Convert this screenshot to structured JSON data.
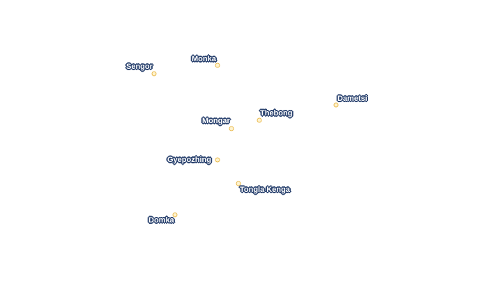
{
  "map": {
    "places": [
      {
        "name": "Monka"
      },
      {
        "name": "Sengor"
      },
      {
        "name": "Dametsi"
      },
      {
        "name": "Thebong"
      },
      {
        "name": "Mongar"
      },
      {
        "name": "Gyepozhing"
      },
      {
        "name": "Tongla Kenga"
      },
      {
        "name": "Domka"
      }
    ]
  },
  "colors": {
    "label_text": "#ffffff",
    "label_halo": "#2c4470",
    "marker_stroke": "#e8b84a",
    "marker_fill": "#fff3cf",
    "background": "#ffffff"
  }
}
